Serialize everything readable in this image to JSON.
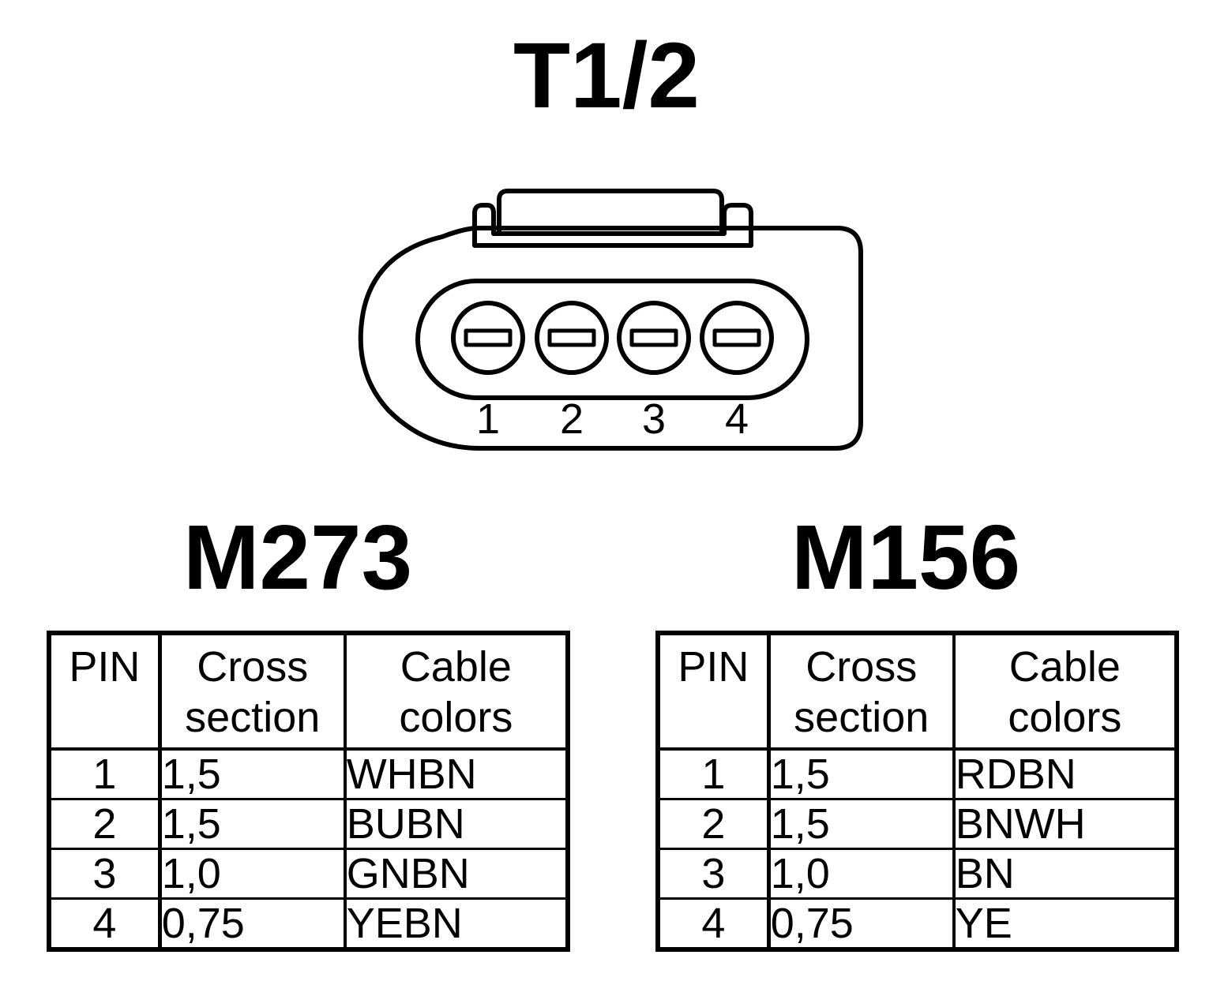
{
  "title": "T1/2",
  "connector": {
    "pin_labels": [
      "1",
      "2",
      "3",
      "4"
    ]
  },
  "tables": [
    {
      "heading": "M273",
      "columns": {
        "pin": "PIN",
        "cross_line1": "Cross",
        "cross_line2": "section",
        "cable_line1": "Cable",
        "cable_line2": "colors"
      },
      "rows": [
        {
          "pin": "1",
          "cross": "1,5",
          "cable": "WHBN"
        },
        {
          "pin": "2",
          "cross": "1,5",
          "cable": "BUBN"
        },
        {
          "pin": "3",
          "cross": "1,0",
          "cable": "GNBN"
        },
        {
          "pin": "4",
          "cross": "0,75",
          "cable": "YEBN"
        }
      ]
    },
    {
      "heading": "M156",
      "columns": {
        "pin": "PIN",
        "cross_line1": "Cross",
        "cross_line2": "section",
        "cable_line1": "Cable",
        "cable_line2": "colors"
      },
      "rows": [
        {
          "pin": "1",
          "cross": "1,5",
          "cable": "RDBN"
        },
        {
          "pin": "2",
          "cross": "1,5",
          "cable": "BNWH"
        },
        {
          "pin": "3",
          "cross": "1,0",
          "cable": "BN"
        },
        {
          "pin": "4",
          "cross": "0,75",
          "cable": "YE"
        }
      ]
    }
  ]
}
